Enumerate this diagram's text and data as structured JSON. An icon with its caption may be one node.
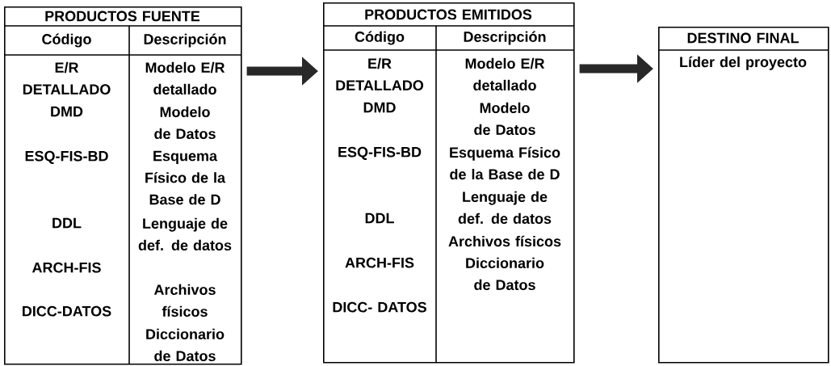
{
  "diagram": {
    "nodes": [
      {
        "text": [
          "PRODUCTOS FUENTE",
          "Código",
          "Descripción",
          "E/R DETALLADO",
          "Modelo E/R detallado",
          "DMD",
          "Modelo de Datos",
          "ESQ-FIS-BD",
          "Esquema Físico de la Base de D",
          "DDL",
          "Lenguaje de def. de datos",
          "ARCH-FIS",
          "Archivos físicos",
          "DICC-DATOS",
          "Diccionario de Datos"
        ]
      },
      {
        "text": [
          "PRODUCTOS EMITIDOS",
          "Código",
          "Descripción",
          "E/R DETALLADO",
          "Modelo E/R detallado",
          "DMD",
          "Modelo de Datos",
          "ESQ-FIS-BD",
          "Esquema Físico de la Base de D",
          "DDL",
          "Lenguaje de def. de datos",
          "ARCH-FIS",
          "Archivos físicos",
          "DICC- DATOS",
          "Diccionario de Datos"
        ]
      },
      {
        "text": [
          "DESTINO FINAL",
          "Líder del proyecto"
        ]
      }
    ],
    "edges": [
      {
        "from": 0,
        "to": 1,
        "arrow": "to"
      },
      {
        "from": 1,
        "to": 2,
        "arrow": "to"
      }
    ]
  }
}
